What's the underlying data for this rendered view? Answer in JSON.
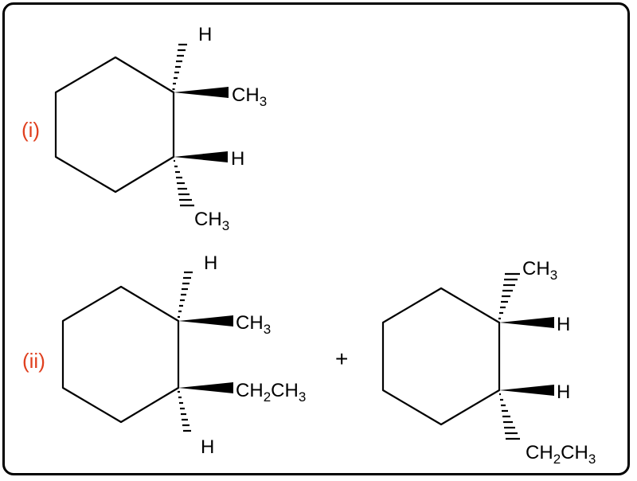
{
  "labels": {
    "structure_1": "(i)",
    "structure_2": "(ii)"
  },
  "plus_sign": "+",
  "atoms": {
    "H": "H",
    "C": "C",
    "sub_2": "2",
    "sub_3": "3"
  }
}
